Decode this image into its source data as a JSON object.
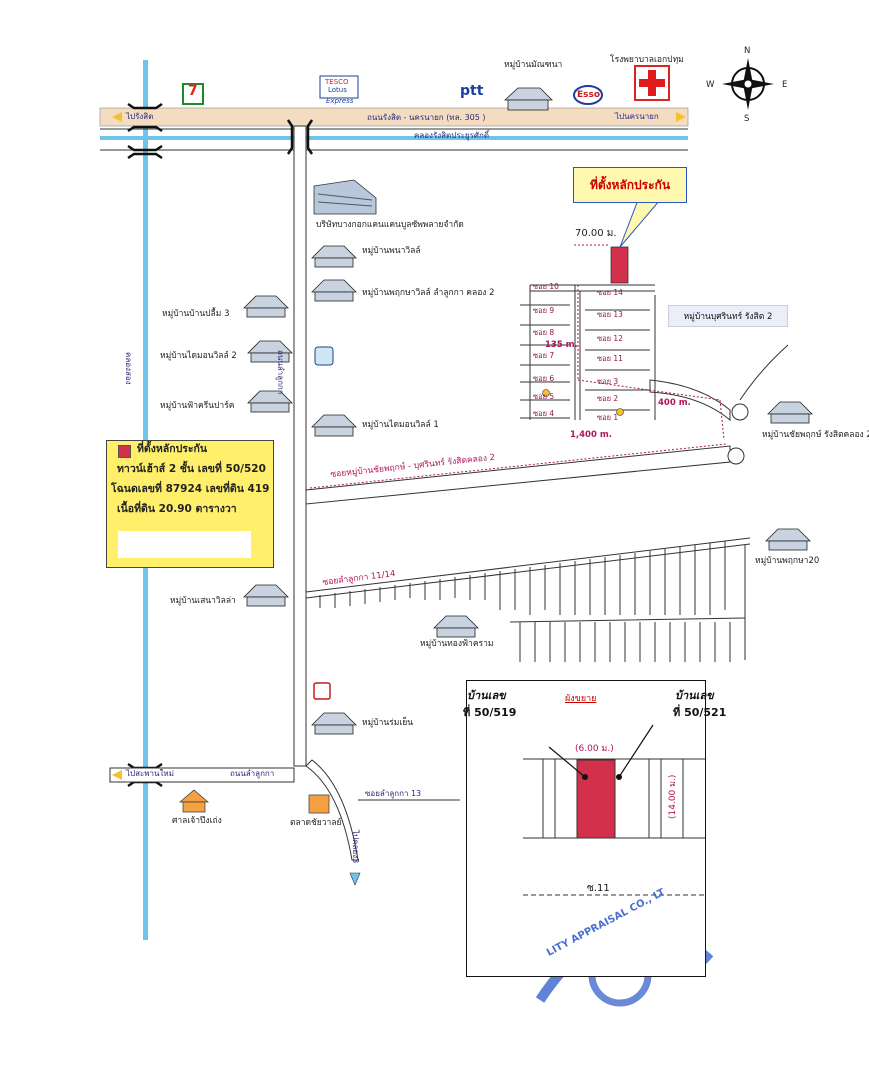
{
  "compass": {
    "n": "N",
    "s": "S",
    "e": "E",
    "w": "W"
  },
  "landmarks": {
    "seven_eleven": "7",
    "tesco_top": "TESCO",
    "tesco_lotus": "Lotus",
    "tesco_express": "Express",
    "ptt": "ptt",
    "esso": "Esso",
    "village_top": "หมู่บ้านมัณฑนา",
    "hospital": "โรงพยาบาลเอกปทุม"
  },
  "roads": {
    "main_road": "ถนนรังสิต - นครนายก (ทล. 305 )",
    "canal": "คลองรังสิตประยูรศักดิ์",
    "to_rangsit": "ไปรังสิต",
    "to_nakhon_nayok": "ไปนครนายก",
    "vertical_road": "ถนนลำลูกกา",
    "vertical_canal": "คลองสอง",
    "soi_main": "ซอยหมู่บ้านชัยพฤกษ์ - บุศรินทร์ รังสิตคลอง 2",
    "soi_1114": "ซอยลำลูกกา 11/14",
    "lower_road": "ถนนลำลูกกา",
    "to_saphan_mai": "ไปสะพานใหม่",
    "soi_13": "ซอยลำลูกกา 13",
    "to_khlong3": "ไปคลอง3"
  },
  "places": {
    "company": "บริษัทบางกอกแคนแคนบูลซัพพลายจำกัด",
    "p_wiwa": "หมู่บ้านพนาวิลล์",
    "p_phrueksa": "หมู่บ้านพฤกษาวิลล์ ลำลูกกา คลอง 2",
    "p_pimuk": "หมู่บ้านบ้านปลื้ม 3",
    "p_diamond2": "หมู่บ้านไดมอนวิลล์ 2",
    "p_fah": "หมู่บ้านฟ้าครีนปาร์ค",
    "p_diamond1": "หมู่บ้านไดมอนวิลล์ 1",
    "p_sena": "หมู่บ้านเสนาวิลล่า",
    "p_lower_village": "หมู่บ้านทองฟ้าคราม",
    "p_romyen": "หมู่บ้านร่มเย็น",
    "p_busarin": "หมู่บ้านบุศรินทร์ รังสิต 2",
    "p_chaiyaphruek": "หมู่บ้านชัยพฤกษ์ รังสิตคลอง 2",
    "p_phruksa20": "หมู่บ้านพฤกษา20",
    "shrine": "ศาลเจ้าปึงเถ่ง",
    "market": "ตลาดชัยวาลย์"
  },
  "callout": {
    "title": "ที่ตั้งหลักประกัน",
    "width_label": "70.00 ม."
  },
  "distances": {
    "d135": "135 m.",
    "d400": "400 m.",
    "d1400": "1,400 m."
  },
  "sois": {
    "left": [
      "ซอย 10",
      "ซอย 9",
      "ซอย 8",
      "ซอย 7",
      "ซอย 6",
      "ซอย 5",
      "ซอย 4"
    ],
    "right": [
      "ซอย 14",
      "ซอย 13",
      "ซอย 12",
      "ซอย 11",
      "ซอย 3",
      "ซอย 2",
      "ซอย 1"
    ]
  },
  "info": {
    "title": "ที่ตั้งหลักประกัน",
    "line1": "ทาวน์เฮ้าส์ 2 ชั้น เลขที่ 50/520",
    "line2": "โฉนดเลขที่ 87924 เลขที่ดิน 419",
    "line3": "เนื้อที่ดิน 20.90 ตารางวา"
  },
  "plan": {
    "title": "ผังขยาย",
    "left_house_1": "บ้านเลข",
    "left_house_2": "ที่ 50/519",
    "right_house_1": "บ้านเลข",
    "right_house_2": "ที่ 50/521",
    "width": "(6.00 ม.)",
    "depth": "(14.00 ม.)",
    "soi": "ซ.11"
  },
  "stamp": {
    "text": "LITY APPRAISAL CO., LT"
  },
  "colors": {
    "road": "#f4dcc0",
    "canal": "#6fc4ec",
    "collateral": "#d3304b",
    "callout_bg": "#fff9b0",
    "info_bg": "#ffef6a",
    "soi_text": "#8b1a4a",
    "stamp": "#2b58c9"
  }
}
